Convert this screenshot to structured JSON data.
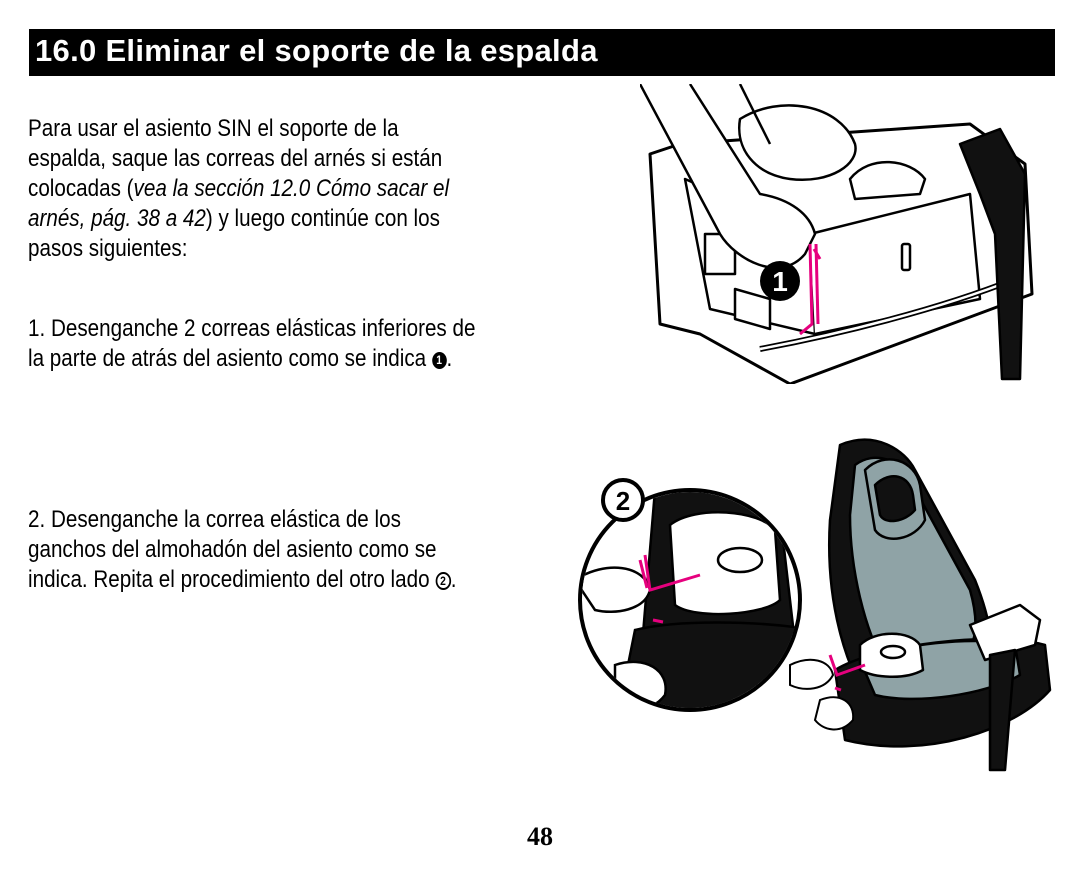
{
  "header": {
    "title": "16.0 Eliminar el soporte de la espalda"
  },
  "intro": {
    "line1": "Para usar el asiento SIN el soporte de la",
    "line2": "espalda, saque las correas del arnés si están",
    "line3_a": "colocadas (",
    "line3_italic": "vea la sección 12.0 Cómo sacar el",
    "line4_italic": "arnés, pág. 38 a 42",
    "line4_b": ") y luego continúe con los",
    "line5": "pasos siguientes:"
  },
  "step1": {
    "line1": "1. Desenganche 2 correas elásticas inferiores de",
    "line2": "la parte de atrás del asiento como se indica ",
    "marker": "1",
    "end": "."
  },
  "step2": {
    "line1": "2. Desenganche la correa elástica de los",
    "line2": "ganchos del almohadón del asiento como se",
    "line3": "indica. Repita el procedimiento del otro lado ",
    "marker": "2",
    "end": "."
  },
  "figures": {
    "figure1_marker": "1",
    "figure2_marker": "2",
    "accent_color": "#e6007e",
    "seat_gray": "#8fa3a6"
  },
  "page_number": "48"
}
